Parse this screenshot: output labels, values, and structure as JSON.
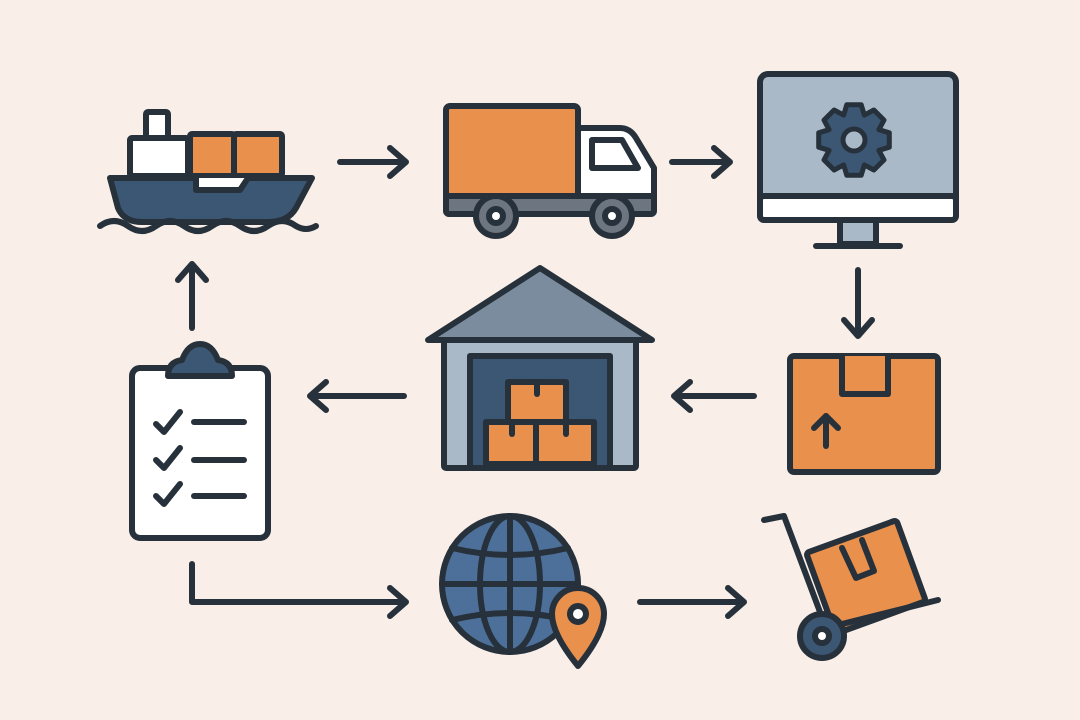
{
  "colors": {
    "background": "#f9efe8",
    "outline": "#27313b",
    "orange": "#e8904c",
    "navy": "#3c5774",
    "slate_light": "#a9b9c8",
    "slate_mid": "#7a8c9e",
    "globe_blue": "#4d709a",
    "white": "#ffffff",
    "gray": "#6d7680"
  },
  "nodes": [
    {
      "id": "cargo-ship",
      "icon": "ship-icon"
    },
    {
      "id": "delivery-truck",
      "icon": "truck-icon"
    },
    {
      "id": "computer-monitor",
      "icon": "monitor-gear-icon"
    },
    {
      "id": "parcel-box",
      "icon": "box-icon"
    },
    {
      "id": "warehouse",
      "icon": "warehouse-icon"
    },
    {
      "id": "checklist-clipboard",
      "icon": "clipboard-icon"
    },
    {
      "id": "globe-location",
      "icon": "globe-pin-icon"
    },
    {
      "id": "hand-truck",
      "icon": "hand-truck-icon"
    }
  ],
  "connections": [
    {
      "from": "cargo-ship",
      "to": "delivery-truck"
    },
    {
      "from": "delivery-truck",
      "to": "computer-monitor"
    },
    {
      "from": "computer-monitor",
      "to": "parcel-box"
    },
    {
      "from": "parcel-box",
      "to": "warehouse"
    },
    {
      "from": "warehouse",
      "to": "checklist-clipboard"
    },
    {
      "from": "checklist-clipboard",
      "to": "cargo-ship"
    },
    {
      "from": "checklist-clipboard",
      "to": "globe-location"
    },
    {
      "from": "globe-location",
      "to": "hand-truck"
    }
  ]
}
